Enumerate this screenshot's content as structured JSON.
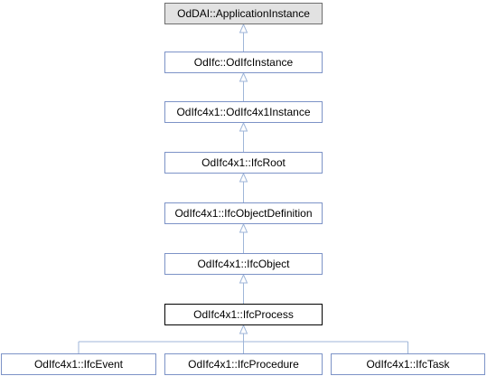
{
  "nodes": {
    "application_instance": "OdDAI::ApplicationInstance",
    "odifc_instance": "OdIfc::OdIfcInstance",
    "odifc4x1_instance": "OdIfc4x1::OdIfc4x1Instance",
    "ifc_root": "OdIfc4x1::IfcRoot",
    "ifc_object_definition": "OdIfc4x1::IfcObjectDefinition",
    "ifc_object": "OdIfc4x1::IfcObject",
    "ifc_process": "OdIfc4x1::IfcProcess",
    "ifc_event": "OdIfc4x1::IfcEvent",
    "ifc_procedure": "OdIfc4x1::IfcProcedure",
    "ifc_task": "OdIfc4x1::IfcTask"
  },
  "edges": [
    {
      "from": "odifc_instance",
      "to": "application_instance"
    },
    {
      "from": "odifc4x1_instance",
      "to": "odifc_instance"
    },
    {
      "from": "ifc_root",
      "to": "odifc4x1_instance"
    },
    {
      "from": "ifc_object_definition",
      "to": "ifc_root"
    },
    {
      "from": "ifc_object",
      "to": "ifc_object_definition"
    },
    {
      "from": "ifc_process",
      "to": "ifc_object"
    },
    {
      "from": "ifc_event",
      "to": "ifc_process"
    },
    {
      "from": "ifc_procedure",
      "to": "ifc_process"
    },
    {
      "from": "ifc_task",
      "to": "ifc_process"
    }
  ],
  "colors": {
    "edge": "#9fb6d8",
    "node_border": "#7d93c7",
    "root_fill": "#e2e2e2",
    "current_border": "#000000"
  }
}
